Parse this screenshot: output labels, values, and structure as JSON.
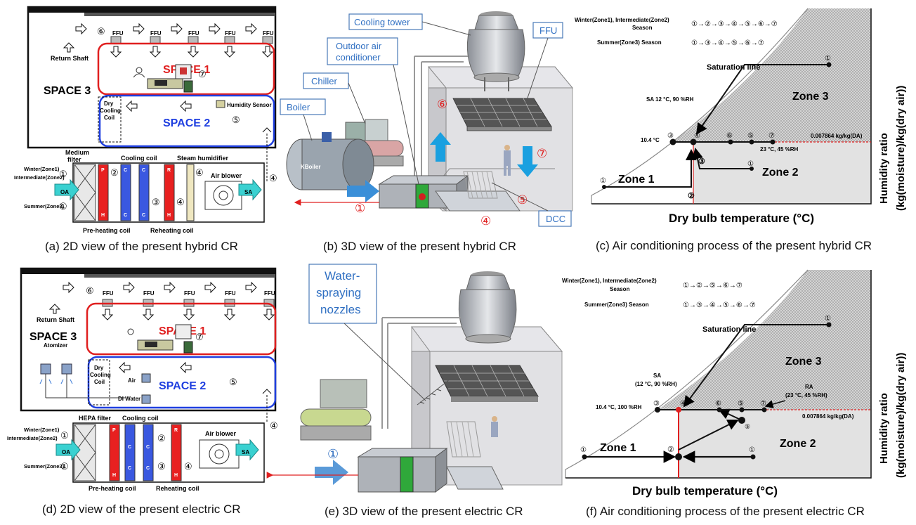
{
  "captions": {
    "a": "(a) 2D view of the present hybrid CR",
    "b": "(b) 3D view of the present hybrid CR",
    "c": "(c) Air conditioning process of the present hybrid CR",
    "d": "(d) 2D view of the present electric CR",
    "e": "(e) 3D view of the present electric CR",
    "f": "(f) Air conditioning process of the present electric CR"
  },
  "hybrid_2d": {
    "ffu": "FFU",
    "return_shaft": "Return Shaft",
    "space1": "SPACE 1",
    "space2": "SPACE 2",
    "space3": "SPACE 3",
    "dry_coil_1": "Dry",
    "dry_coil_2": "Cooling",
    "dry_coil_3": "Coil",
    "humidity_sensor": "Humidity Sensor",
    "medium_filter_1": "Medium",
    "medium_filter_2": "filter",
    "cooling_coil": "Cooling coil",
    "steam_humidifier": "Steam humidifier",
    "winter_1": "Winter(Zone1)",
    "winter_2": "Intermediate(Zone2)",
    "summer": "Summer(Zone3)",
    "oa": "OA",
    "sa": "SA",
    "air_blower": "Air blower",
    "preheating": "Pre-heating coil",
    "reheating": "Reheating coil",
    "p": "P",
    "h": "H",
    "c": "C",
    "r": "R",
    "n1": "①",
    "n2": "②",
    "n3": "③",
    "n4": "④",
    "n5": "⑤",
    "n6": "⑥",
    "n7": "⑦"
  },
  "hybrid_3d": {
    "cooling_tower": "Cooling tower",
    "outdoor_1": "Outdoor air",
    "outdoor_2": "conditioner",
    "chiller": "Chiller",
    "boiler": "Boiler",
    "ffu": "FFU",
    "dcc": "DCC",
    "boiler_brand": "KBoiler",
    "n1": "①",
    "n4": "④",
    "n5": "⑤",
    "n6": "⑥",
    "n7": "⑦"
  },
  "hybrid_psy": {
    "season_wi_1": "Winter(Zone1), Intermediate(Zone2)",
    "season_wi_2": "Season",
    "season_wi_seq": "①→②→③→④→⑤→⑥→⑦",
    "season_su": "Summer(Zone3) Season",
    "season_su_seq": "①→③→④→⑤→⑥→⑦",
    "saturation": "Saturation line",
    "zone1": "Zone 1",
    "zone2": "Zone 2",
    "zone3": "Zone 3",
    "sa": "SA 12 °C, 90 %RH",
    "t104": "10.4 °C",
    "ra": "23 °C, 45 %RH",
    "w": "0.007864 kg/kg(DA)",
    "xlabel": "Dry bulb temperature (°C)",
    "ylabel_1": "Humidity ratio",
    "ylabel_2": "(kg(moisture)/kg(dry air))",
    "p1": "①",
    "p2": "②",
    "p3": "③",
    "p4": "④",
    "p5": "⑤",
    "p6": "⑥",
    "p7": "⑦"
  },
  "electric_2d": {
    "ffu": "FFU",
    "return_shaft": "Return Shaft",
    "space1": "SPACE 1",
    "space2": "SPACE 2",
    "space3": "SPACE 3",
    "atomizer": "Atomizer",
    "dry_coil_1": "Dry",
    "dry_coil_2": "Cooling",
    "dry_coil_3": "Coil",
    "air": "Air",
    "di_water": "DI Water",
    "hepa": "HEPA filter",
    "cooling_coil": "Cooling coil",
    "winter_1": "Winter(Zone1)",
    "winter_2": "Intermediate(Zone2)",
    "summer": "Summer(Zone3)",
    "oa": "OA",
    "sa": "SA",
    "air_blower": "Air blower",
    "preheating": "Pre-heating coil",
    "reheating": "Reheating coil",
    "p": "P",
    "h": "H",
    "c": "C",
    "r": "R",
    "n1": "①",
    "n2": "②",
    "n3": "③",
    "n4": "④",
    "n5": "⑤",
    "n6": "⑥",
    "n7": "⑦"
  },
  "electric_3d": {
    "nozzles_1": "Water-",
    "nozzles_2": "spraying",
    "nozzles_3": "nozzles",
    "n1": "①"
  },
  "electric_psy": {
    "season_wi_1": "Winter(Zone1), Intermediate(Zone2)",
    "season_wi_2": "Season",
    "season_wi_seq": "①→②→⑤→⑥→⑦",
    "season_su": "Summer(Zone3) Season",
    "season_su_seq": "①→③→④→⑤→⑥→⑦",
    "saturation": "Saturation line",
    "zone1": "Zone 1",
    "zone2": "Zone 2",
    "zone3": "Zone 3",
    "sa_1": "SA",
    "sa_2": "(12 °C, 90 %RH)",
    "ra_1": "RA",
    "ra_2": "(23 °C, 45 %RH)",
    "t104": "10.4 °C, 100 %RH",
    "w": "0.007864 kg/kg(DA)",
    "xlabel": "Dry bulb temperature (°C)",
    "ylabel_1": "Humidity ratio",
    "ylabel_2": "(kg(moisture)/kg(dry air))",
    "p1": "①",
    "p2": "②",
    "p3": "③",
    "p4": "④",
    "p5": "⑤",
    "p6": "⑥",
    "p7": "⑦"
  }
}
